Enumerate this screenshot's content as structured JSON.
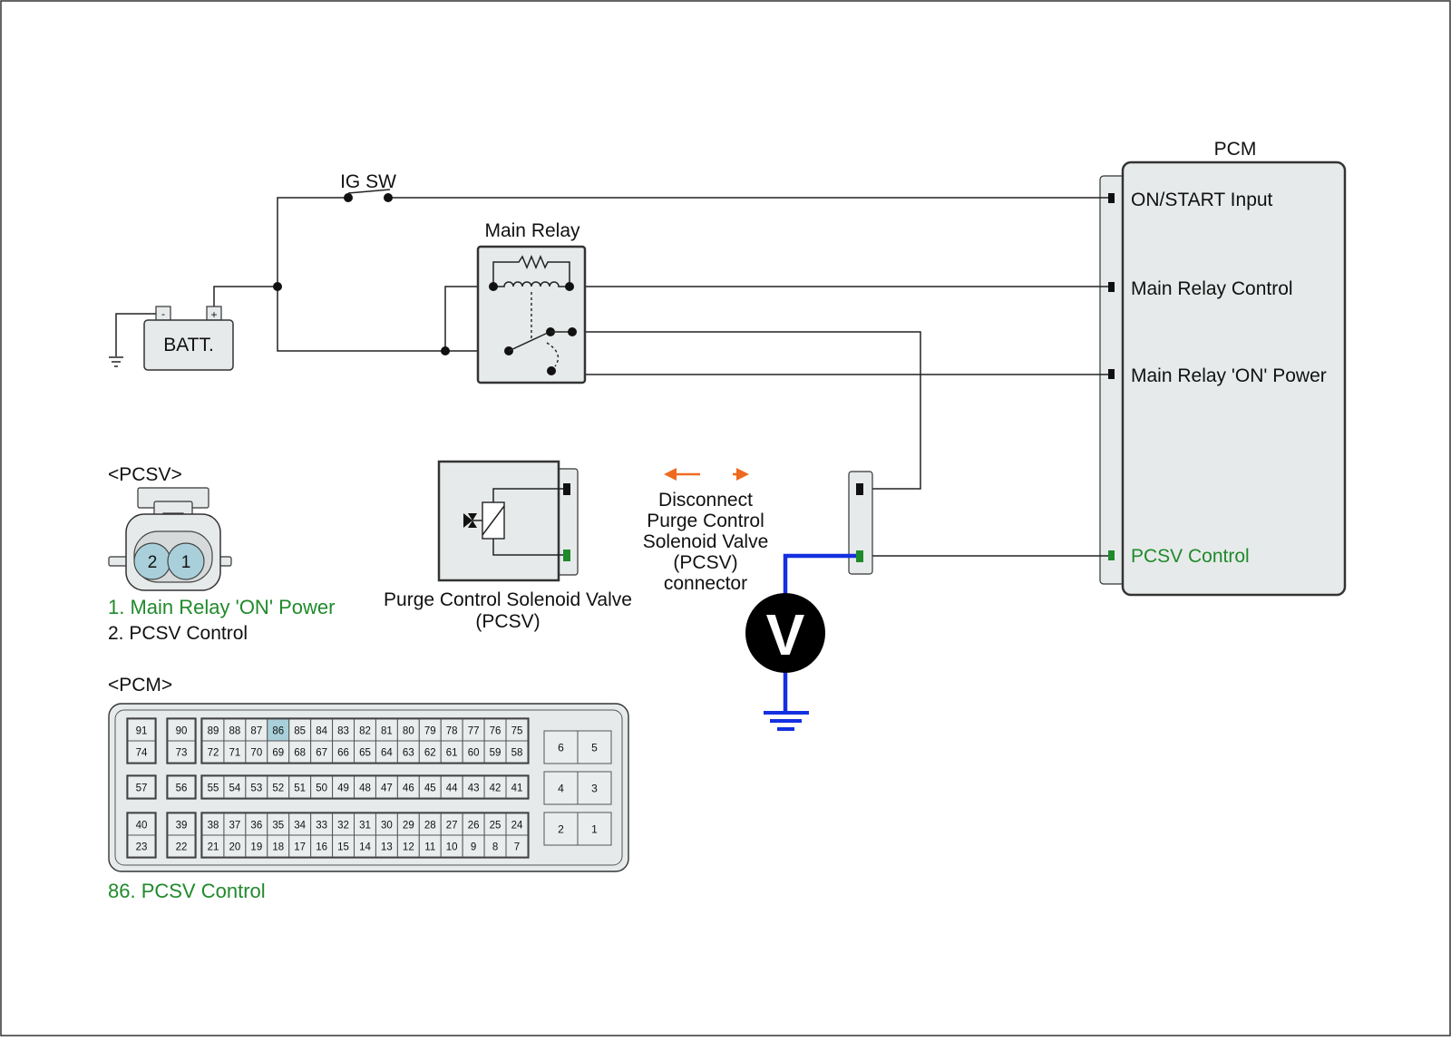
{
  "labels": {
    "pcm_title": "PCM",
    "ig_sw": "IG SW",
    "main_relay": "Main Relay",
    "battery": "BATT.",
    "battery_neg": "-",
    "battery_pos": "+",
    "voltmeter": "V"
  },
  "pcm_pins": [
    {
      "label": "ON/START Input",
      "color": "#111111"
    },
    {
      "label": "Main Relay Control",
      "color": "#111111"
    },
    {
      "label": "Main Relay 'ON' Power",
      "color": "#111111"
    },
    {
      "label": "PCSV Control",
      "color": "#1f8a2b"
    }
  ],
  "pcsv_component": {
    "label_line1": "Purge Control Solenoid Valve",
    "label_line2": "(PCSV)"
  },
  "disconnect_note": {
    "lines": [
      "Disconnect",
      "Purge Control",
      "Solenoid Valve",
      "(PCSV)",
      "connector"
    ],
    "arrow_color": "#ee6a1e"
  },
  "pcsv_connector": {
    "title": "<PCSV>",
    "pins": [
      "2",
      "1"
    ],
    "legend": [
      {
        "text": "1. Main Relay 'ON' Power",
        "color": "#1f8a2b"
      },
      {
        "text": "2. PCSV Control",
        "color": "#111111"
      }
    ]
  },
  "pcm_connector": {
    "title": "<PCM>",
    "highlight_pin": "86",
    "rows": [
      [
        [
          "91"
        ],
        [
          "90"
        ],
        [
          "89",
          "88",
          "87",
          "86",
          "85",
          "84",
          "83",
          "82",
          "81",
          "80",
          "79",
          "78",
          "77",
          "76",
          "75"
        ]
      ],
      [
        [
          "74"
        ],
        [
          "73"
        ],
        [
          "72",
          "71",
          "70",
          "69",
          "68",
          "67",
          "66",
          "65",
          "64",
          "63",
          "62",
          "61",
          "60",
          "59",
          "58"
        ]
      ],
      [
        [
          "57"
        ],
        [
          "56"
        ],
        [
          "55",
          "54",
          "53",
          "52",
          "51",
          "50",
          "49",
          "48",
          "47",
          "46",
          "45",
          "44",
          "43",
          "42",
          "41"
        ]
      ],
      [
        [
          "40"
        ],
        [
          "39"
        ],
        [
          "38",
          "37",
          "36",
          "35",
          "34",
          "33",
          "32",
          "31",
          "30",
          "29",
          "28",
          "27",
          "26",
          "25",
          "24"
        ]
      ],
      [
        [
          "23"
        ],
        [
          "22"
        ],
        [
          "21",
          "20",
          "19",
          "18",
          "17",
          "16",
          "15",
          "14",
          "13",
          "12",
          "11",
          "10",
          "9",
          "8",
          "7"
        ]
      ]
    ],
    "right_pins": [
      [
        "6",
        "5"
      ],
      [
        "4",
        "3"
      ],
      [
        "2",
        "1"
      ]
    ],
    "legend": {
      "text": "86. PCSV Control",
      "color": "#1f8a2b"
    }
  },
  "colors": {
    "meter_wire": "#1430e0",
    "signal_green": "#1f8a2b",
    "component_fill": "#e7eaea",
    "highlight_cell": "#a9d0da"
  }
}
